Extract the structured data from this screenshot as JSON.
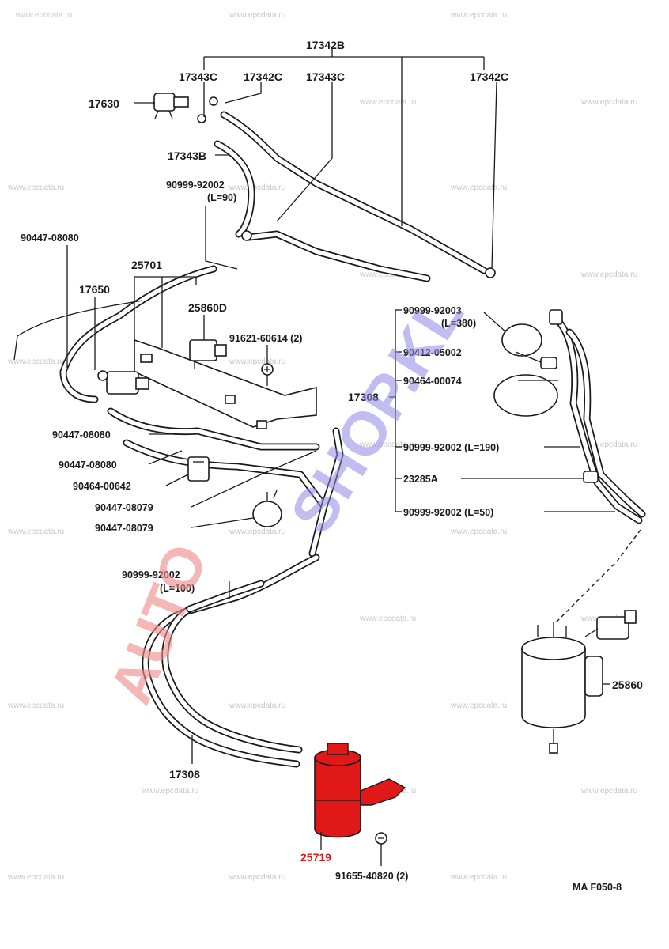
{
  "diagram_code": "MA F050-8",
  "watermark_text": "www.epcdata.ru",
  "stamp": {
    "left_word": "AUTO",
    "right_word": "SHOP.KL"
  },
  "highlight_color": "#e01818",
  "parts": [
    {
      "key": "p17342B_top",
      "label": "17342B"
    },
    {
      "key": "p17343C_a",
      "label": "17343C"
    },
    {
      "key": "p17342C_a",
      "label": "17342C"
    },
    {
      "key": "p17343C_b",
      "label": "17343C"
    },
    {
      "key": "p17342C_b",
      "label": "17342C"
    },
    {
      "key": "p17630",
      "label": "17630"
    },
    {
      "key": "p17343B",
      "label": "17343B"
    },
    {
      "key": "p90999_92002_a",
      "label": "90999-92002"
    },
    {
      "key": "p90999_92002_a_len",
      "label": "(L=90)"
    },
    {
      "key": "p90447_08080_a",
      "label": "90447-08080"
    },
    {
      "key": "p25701",
      "label": "25701"
    },
    {
      "key": "p17650",
      "label": "17650"
    },
    {
      "key": "p25860D",
      "label": "25860D"
    },
    {
      "key": "p91621",
      "label": "91621-60614 (2)"
    },
    {
      "key": "p90999_92003",
      "label": "90999-92003"
    },
    {
      "key": "p90999_92003_len",
      "label": "(L=380)"
    },
    {
      "key": "p90412",
      "label": "90412-05002"
    },
    {
      "key": "p90464_00074",
      "label": "90464-00074"
    },
    {
      "key": "p17308_r",
      "label": "17308"
    },
    {
      "key": "p90999_92002_190",
      "label": "90999-92002 (L=190)"
    },
    {
      "key": "p23285A",
      "label": "23285A"
    },
    {
      "key": "p90999_92002_50",
      "label": "90999-92002 (L=50)"
    },
    {
      "key": "p90447_08080_b",
      "label": "90447-08080"
    },
    {
      "key": "p90447_08080_c",
      "label": "90447-08080"
    },
    {
      "key": "p90464_00642",
      "label": "90464-00642"
    },
    {
      "key": "p90447_08079_a",
      "label": "90447-08079"
    },
    {
      "key": "p90447_08079_b",
      "label": "90447-08079"
    },
    {
      "key": "p90999_92002_100",
      "label": "90999-92002"
    },
    {
      "key": "p90999_92002_100_len",
      "label": "(L=100)"
    },
    {
      "key": "p25860",
      "label": "25860"
    },
    {
      "key": "p17308_b",
      "label": "17308"
    },
    {
      "key": "p25719",
      "label": "25719"
    },
    {
      "key": "p91655",
      "label": "91655-40820 (2)"
    }
  ]
}
